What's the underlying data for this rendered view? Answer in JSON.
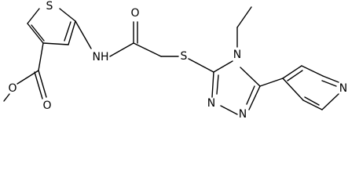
{
  "structure": {
    "atoms": [
      {
        "name": "thiophene-sulfur",
        "symbol": "S"
      },
      {
        "name": "amide-nh",
        "symbol": "NH"
      },
      {
        "name": "amide-carbonyl-oxygen",
        "symbol": "O"
      },
      {
        "name": "thioether-sulfur",
        "symbol": "S"
      },
      {
        "name": "triazole-n4",
        "symbol": "N"
      },
      {
        "name": "triazole-n2",
        "symbol": "N"
      },
      {
        "name": "triazole-n1",
        "symbol": "N"
      },
      {
        "name": "pyridine-nitrogen",
        "symbol": "N"
      },
      {
        "name": "ester-ether-oxygen",
        "symbol": "O"
      },
      {
        "name": "ester-carbonyl-oxygen",
        "symbol": "O"
      }
    ]
  }
}
